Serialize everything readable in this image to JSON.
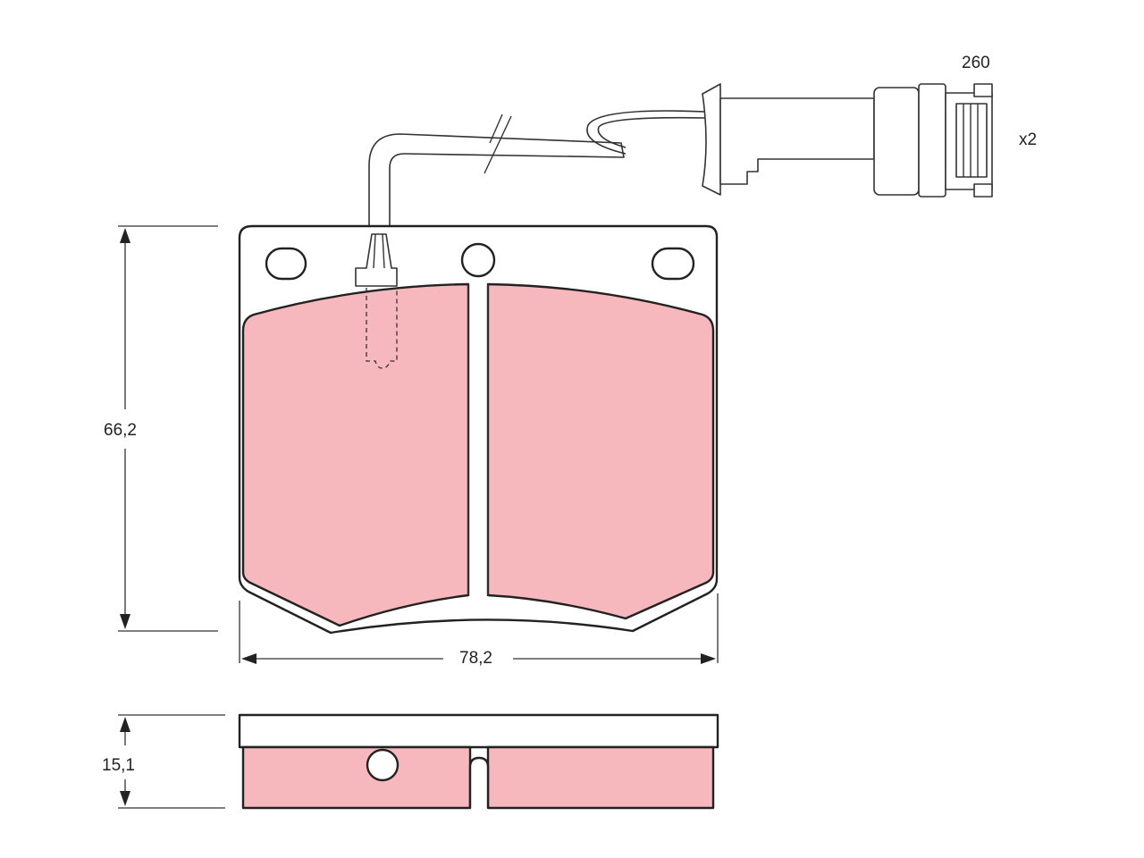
{
  "dimensions": {
    "height_label": "66,2",
    "width_label": "78,2",
    "thickness_label": "15,1",
    "wire_length_label": "260",
    "quantity_label": "x2"
  },
  "colors": {
    "friction_material": "#f6b7bd",
    "outline": "#222222",
    "background": "#ffffff"
  }
}
